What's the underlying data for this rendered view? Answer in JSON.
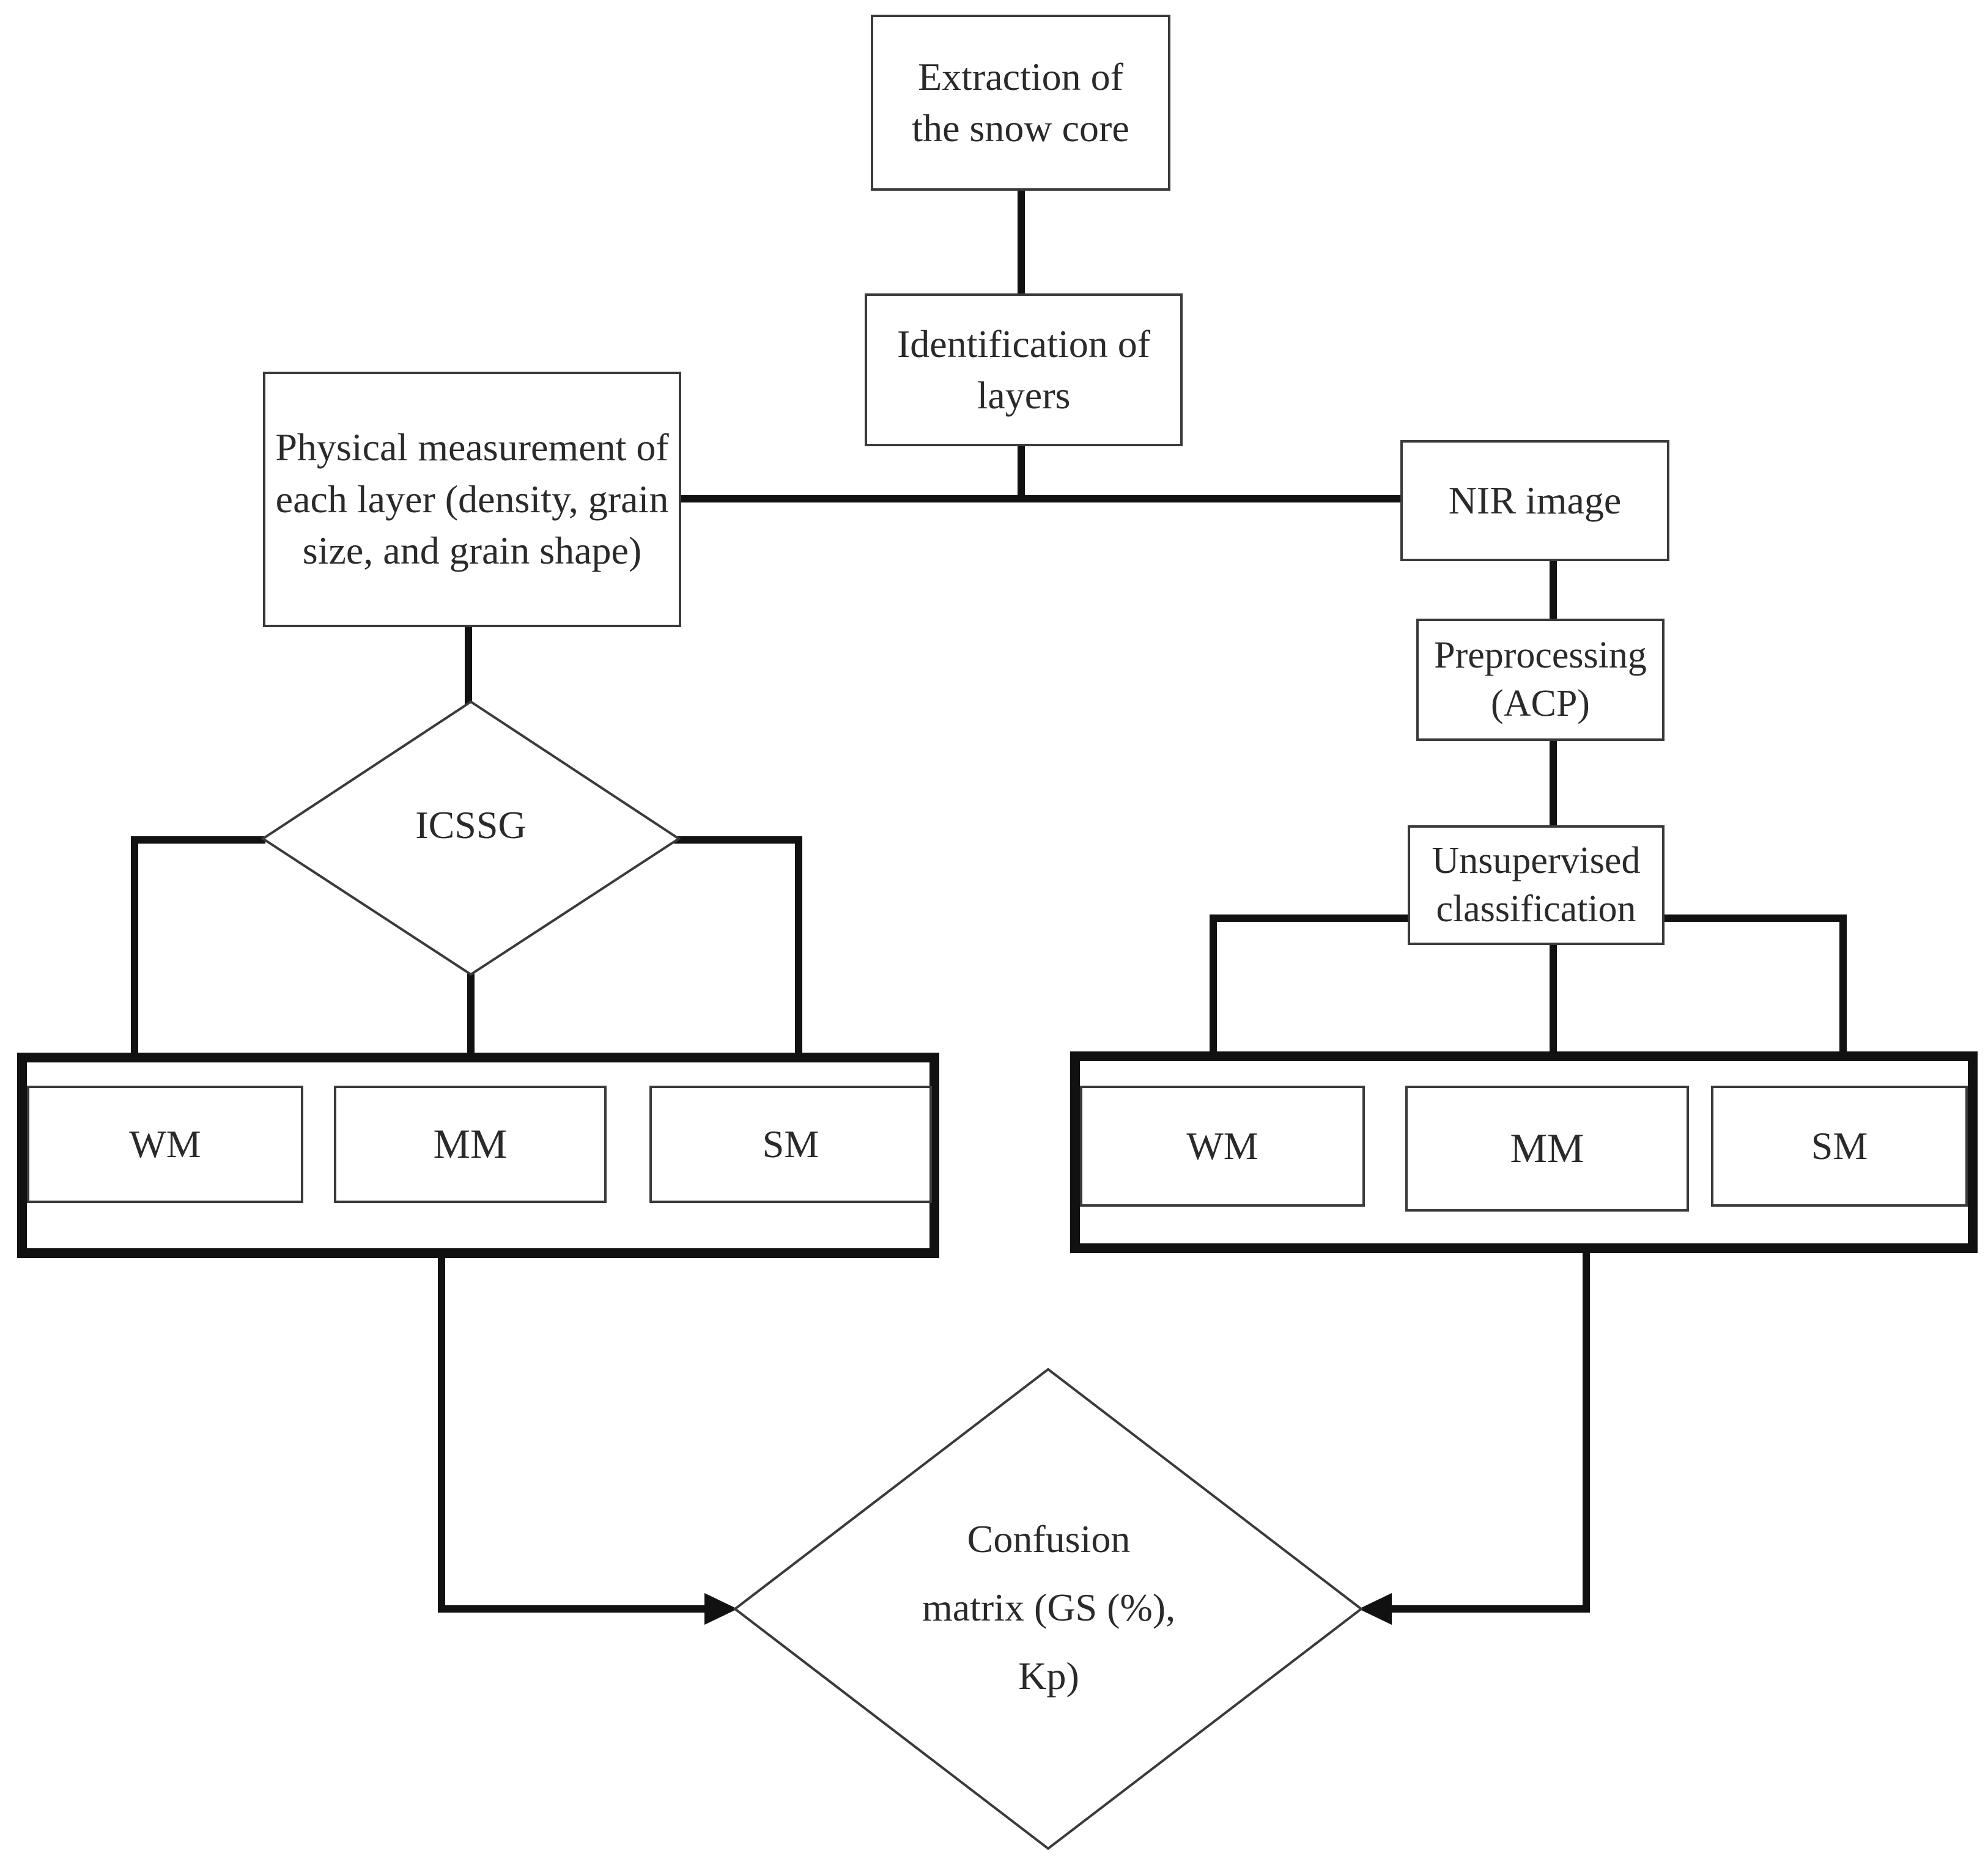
{
  "nodes": {
    "extraction": "Extraction of the snow core",
    "identification": "Identification of layers",
    "physical": "Physical measurement of each layer (density, grain size, and grain shape)",
    "nir": "NIR image",
    "preprocessing": "Preprocessing (ACP)",
    "unsupervised": "Unsupervised classification",
    "icssg": "ICSSG",
    "confusion": "Confusion matrix (GS (%), Kp)"
  },
  "left_group": {
    "wm": "WM",
    "mm": "MM",
    "sm": "SM"
  },
  "right_group": {
    "wm": "WM",
    "mm": "MM",
    "sm": "SM"
  },
  "colors": {
    "stroke": "#111111",
    "box_border": "#3a3a3a",
    "text": "#2a2a2a"
  }
}
